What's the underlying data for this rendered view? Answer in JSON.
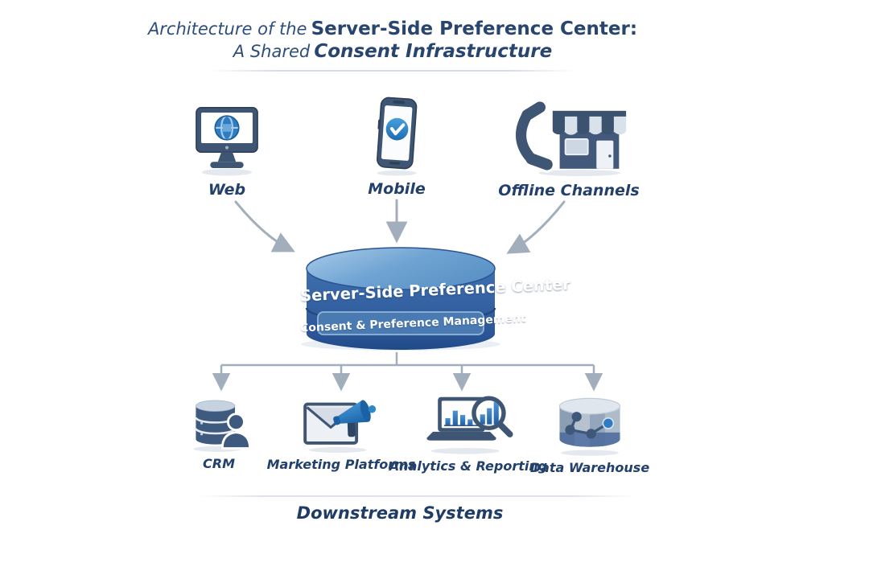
{
  "title": {
    "line1_script": "Architecture of the",
    "line1_bold": "Server-Side Preference Center:",
    "line2_script": "A Shared",
    "line2_bold": "Consent Infrastructure"
  },
  "channels": [
    {
      "label": "Web",
      "icon": "desktop-globe-icon"
    },
    {
      "label": "Mobile",
      "icon": "smartphone-check-icon"
    },
    {
      "label": "Offline Channels",
      "icon": "phone-storefront-icon"
    }
  ],
  "center": {
    "name": "Server-Side Preference Center",
    "subtitle": "Consent & Preference Management"
  },
  "downstream": {
    "section_label": "Downstream Systems",
    "systems": [
      {
        "label": "CRM",
        "icon": "database-user-icon"
      },
      {
        "label": "Marketing Platforms",
        "icon": "envelope-megaphone-icon"
      },
      {
        "label": "Analytics & Reporting",
        "icon": "laptop-magnifier-chart-icon"
      },
      {
        "label": "Data Warehouse",
        "icon": "cylinder-graph-icon"
      }
    ]
  },
  "colors": {
    "navy_text": "#24426d",
    "icon_navy": "#3e5674",
    "accent_blue": "#2e7cc2",
    "cylinder_top": "#7fb0da",
    "cylinder_body": "#35639f",
    "arrow_gray": "#a3aebc"
  }
}
